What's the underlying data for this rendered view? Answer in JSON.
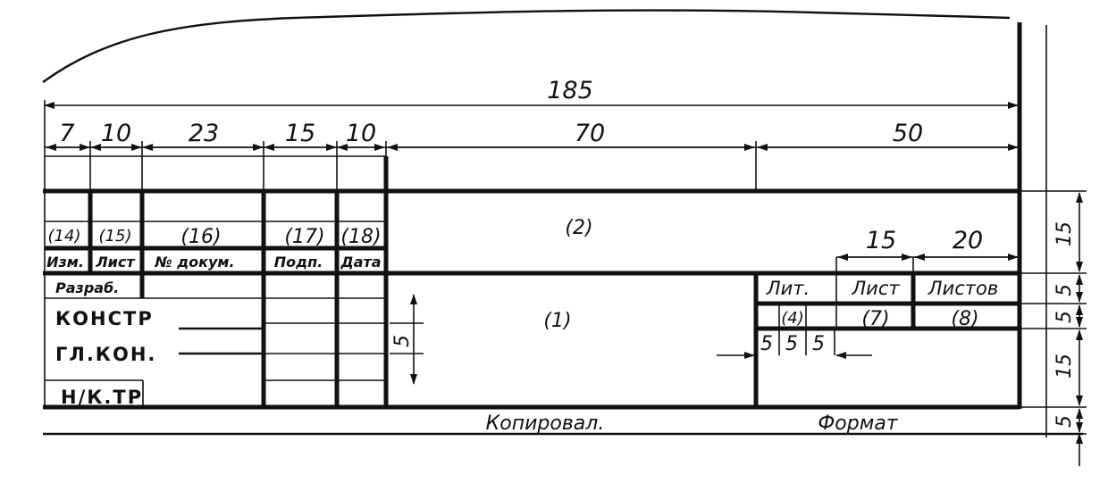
{
  "dimensions": {
    "overall": "185",
    "columns": [
      "7",
      "10",
      "23",
      "15",
      "10",
      "70",
      "50"
    ],
    "sub_columns": [
      "15",
      "20"
    ],
    "right_heights": [
      "15",
      "5",
      "5",
      "15",
      "5"
    ],
    "vertical_left": "5",
    "small_fives": [
      "5",
      "5",
      "5"
    ]
  },
  "field_numbers": {
    "f14": "(14)",
    "f15": "(15)",
    "f16": "(16)",
    "f17": "(17)",
    "f18": "(18)",
    "f2": "(2)",
    "f1": "(1)",
    "f4": "(4)",
    "f7": "(7)",
    "f8": "(8)"
  },
  "headers": {
    "izm": "Изм.",
    "list": "Лист",
    "doc_no": "№ докум.",
    "podp": "Подп.",
    "data": "Дата",
    "lit": "Лит.",
    "list_right": "Лист",
    "listov": "Листов"
  },
  "rows": {
    "razrab": "Разраб.",
    "konstr": "КОНСТР",
    "gl_kon": "ГЛ.КОН.",
    "n_k_tr": "Н/К.ТР"
  },
  "footer": {
    "kopiroval": "Копировал.",
    "format": "Формат"
  }
}
